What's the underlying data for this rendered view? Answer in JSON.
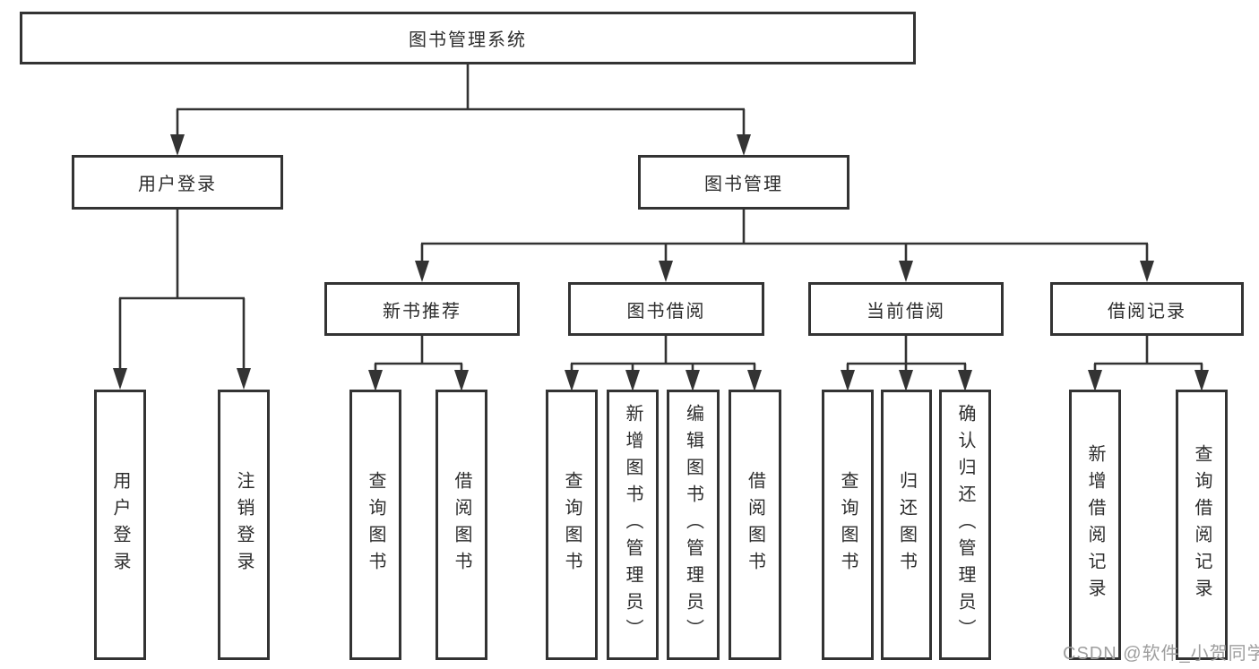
{
  "tree": {
    "label": "图书管理系统",
    "children": [
      {
        "label": "用户登录",
        "children": [
          {
            "label": "用户登录"
          },
          {
            "label": "注销登录"
          }
        ]
      },
      {
        "label": "图书管理",
        "children": [
          {
            "label": "新书推荐",
            "children": [
              {
                "label": "查询图书"
              },
              {
                "label": "借阅图书"
              }
            ]
          },
          {
            "label": "图书借阅",
            "children": [
              {
                "label": "查询图书"
              },
              {
                "label": "新增图书（管理员）"
              },
              {
                "label": "编辑图书（管理员）"
              },
              {
                "label": "借阅图书"
              }
            ]
          },
          {
            "label": "当前借阅",
            "children": [
              {
                "label": "查询图书"
              },
              {
                "label": "归还图书"
              },
              {
                "label": "确认归还（管理员）"
              }
            ]
          },
          {
            "label": "借阅记录",
            "children": [
              {
                "label": "新增借阅记录"
              },
              {
                "label": "查询借阅记录"
              }
            ]
          }
        ]
      }
    ]
  },
  "watermark": {
    "text": "CSDN @软件_小贺同学"
  },
  "colors": {
    "line": "#333333",
    "boxbg": "#ffffff",
    "text": "#2d2d2d",
    "watermark": "#9e9e9e"
  }
}
